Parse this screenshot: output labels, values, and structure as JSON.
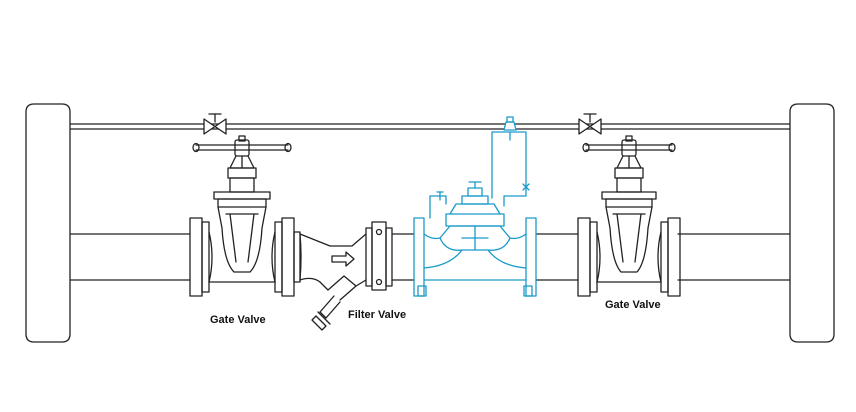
{
  "labels": {
    "gate_valve_left": "Gate Valve",
    "filter_valve": "Filter Valve",
    "gate_valve_right": "Gate Valve"
  },
  "colors": {
    "line": "#222222",
    "accent": "#1a9ac9",
    "background": "#ffffff"
  },
  "icons": {
    "wall_left": "wall-support",
    "wall_right": "wall-support",
    "gate_valve": "gate-valve-symbol",
    "filter_valve": "y-strainer-symbol",
    "control_valve": "diaphragm-control-valve-symbol",
    "needle_valve": "bowtie-valve-symbol",
    "flow_arrow": "arrow-right"
  }
}
